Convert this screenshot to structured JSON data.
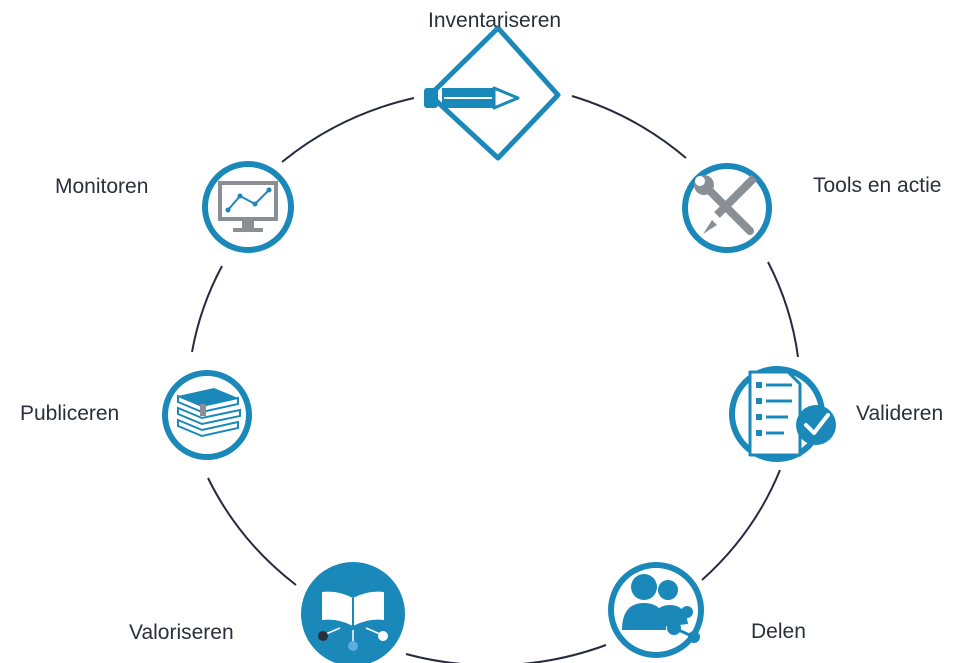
{
  "colors": {
    "accent": "#1a88b8",
    "ring": "#262b40",
    "icon_gray": "#8a8f96",
    "white": "#ffffff"
  },
  "steps": [
    {
      "label": "Inventariseren",
      "icon": "pencil-icon"
    },
    {
      "label": "Tools en actie",
      "icon": "wrench-screwdriver-icon"
    },
    {
      "label": "Valideren",
      "icon": "checklist-document-icon"
    },
    {
      "label": "Delen",
      "icon": "share-people-icon"
    },
    {
      "label": "Valoriseren",
      "icon": "open-book-icon"
    },
    {
      "label": "Publiceren",
      "icon": "book-stack-icon"
    },
    {
      "label": "Monitoren",
      "icon": "monitor-chart-icon"
    }
  ]
}
